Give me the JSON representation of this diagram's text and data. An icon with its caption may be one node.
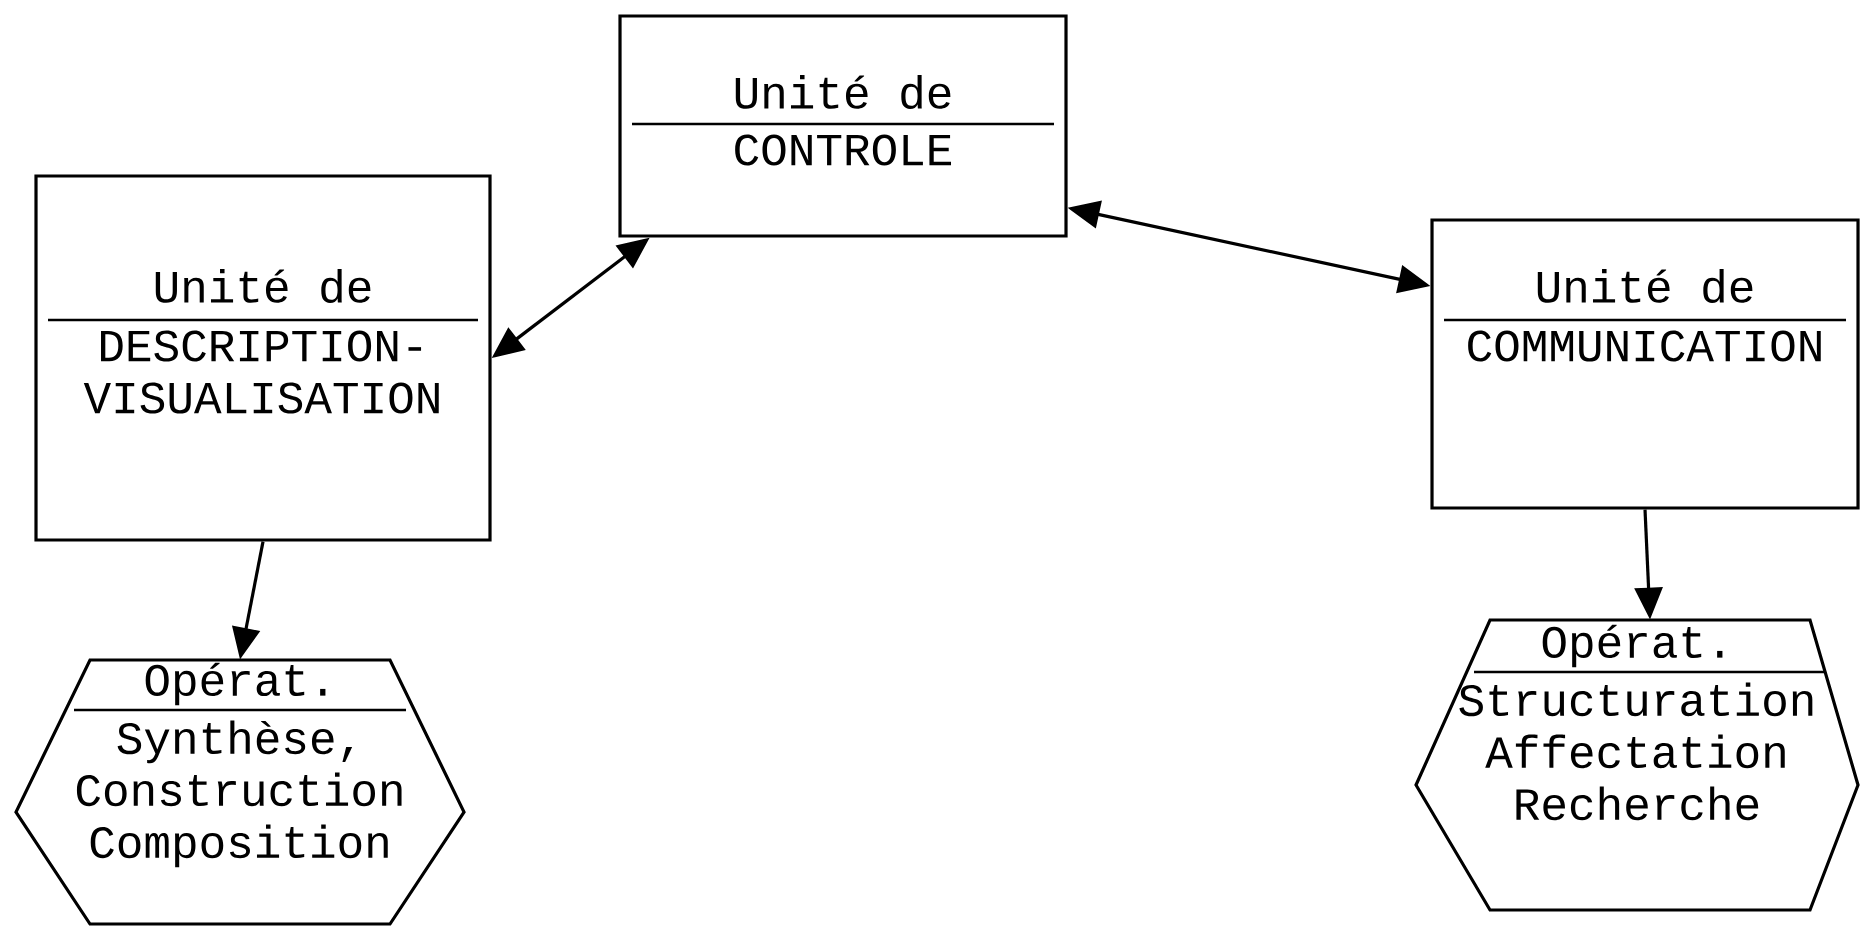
{
  "diagram": {
    "nodes": [
      {
        "text": [
          "Unité de",
          "CONTROLE"
        ]
      },
      {
        "text": [
          "Unité de",
          "DESCRIPTION- VISUALISATION"
        ]
      },
      {
        "text": [
          "Unité de",
          "COMMUNICATION"
        ]
      },
      {
        "text": [
          "Opérat.",
          "Synthèse, Construction Composition"
        ]
      },
      {
        "text": [
          "Opérat.",
          "Structuration Affectation Recherche"
        ]
      }
    ],
    "edges": [
      {
        "from": 0,
        "to": 1,
        "arrow": "both"
      },
      {
        "from": 0,
        "to": 2,
        "arrow": "both"
      },
      {
        "from": 1,
        "to": 3,
        "arrow": "to"
      },
      {
        "from": 2,
        "to": 4,
        "arrow": "to"
      }
    ]
  }
}
